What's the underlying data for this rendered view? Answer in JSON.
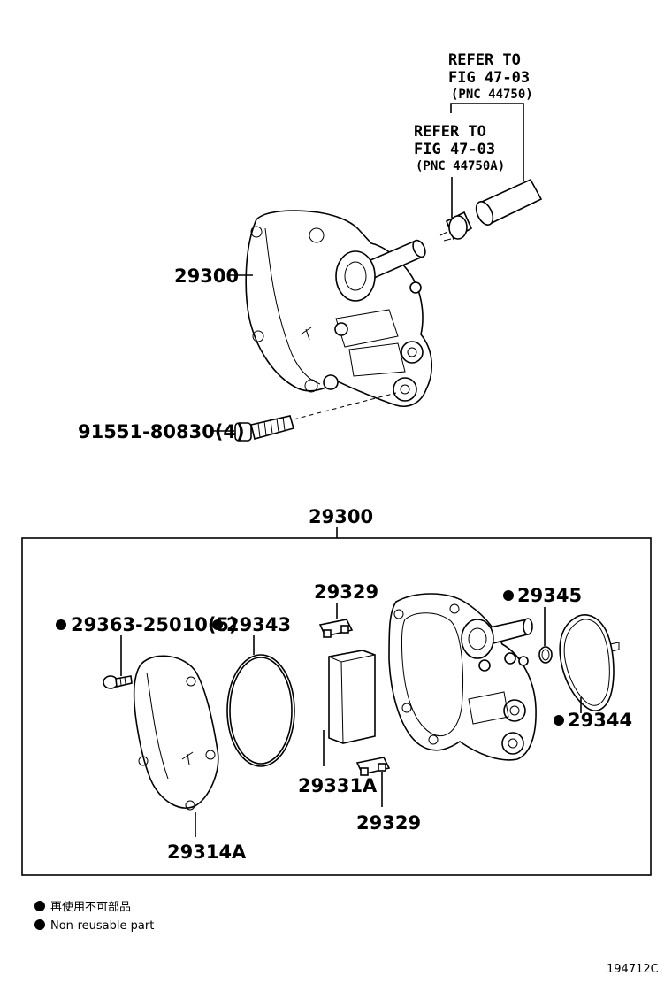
{
  "refs": {
    "outer": {
      "line1": "REFER TO",
      "line2": "FIG 47-03",
      "line3": "(PNC 44750)"
    },
    "inner": {
      "line1": "REFER TO",
      "line2": "FIG 47-03",
      "line3": "(PNC 44750A)"
    }
  },
  "labels": {
    "assy_top": "29300",
    "bolt": "91551-80830(4)",
    "assy_box": "29300",
    "screw": "29363-25010(5)",
    "oring_large": "29343",
    "clip_top": "29329",
    "seal": "29345",
    "gasket": "29344",
    "cover": "29314A",
    "vane": "29331A",
    "clip_bottom": "29329"
  },
  "legend": {
    "jp": "再使用不可部品",
    "en": "Non-reusable part"
  },
  "figure_id": "194712C"
}
